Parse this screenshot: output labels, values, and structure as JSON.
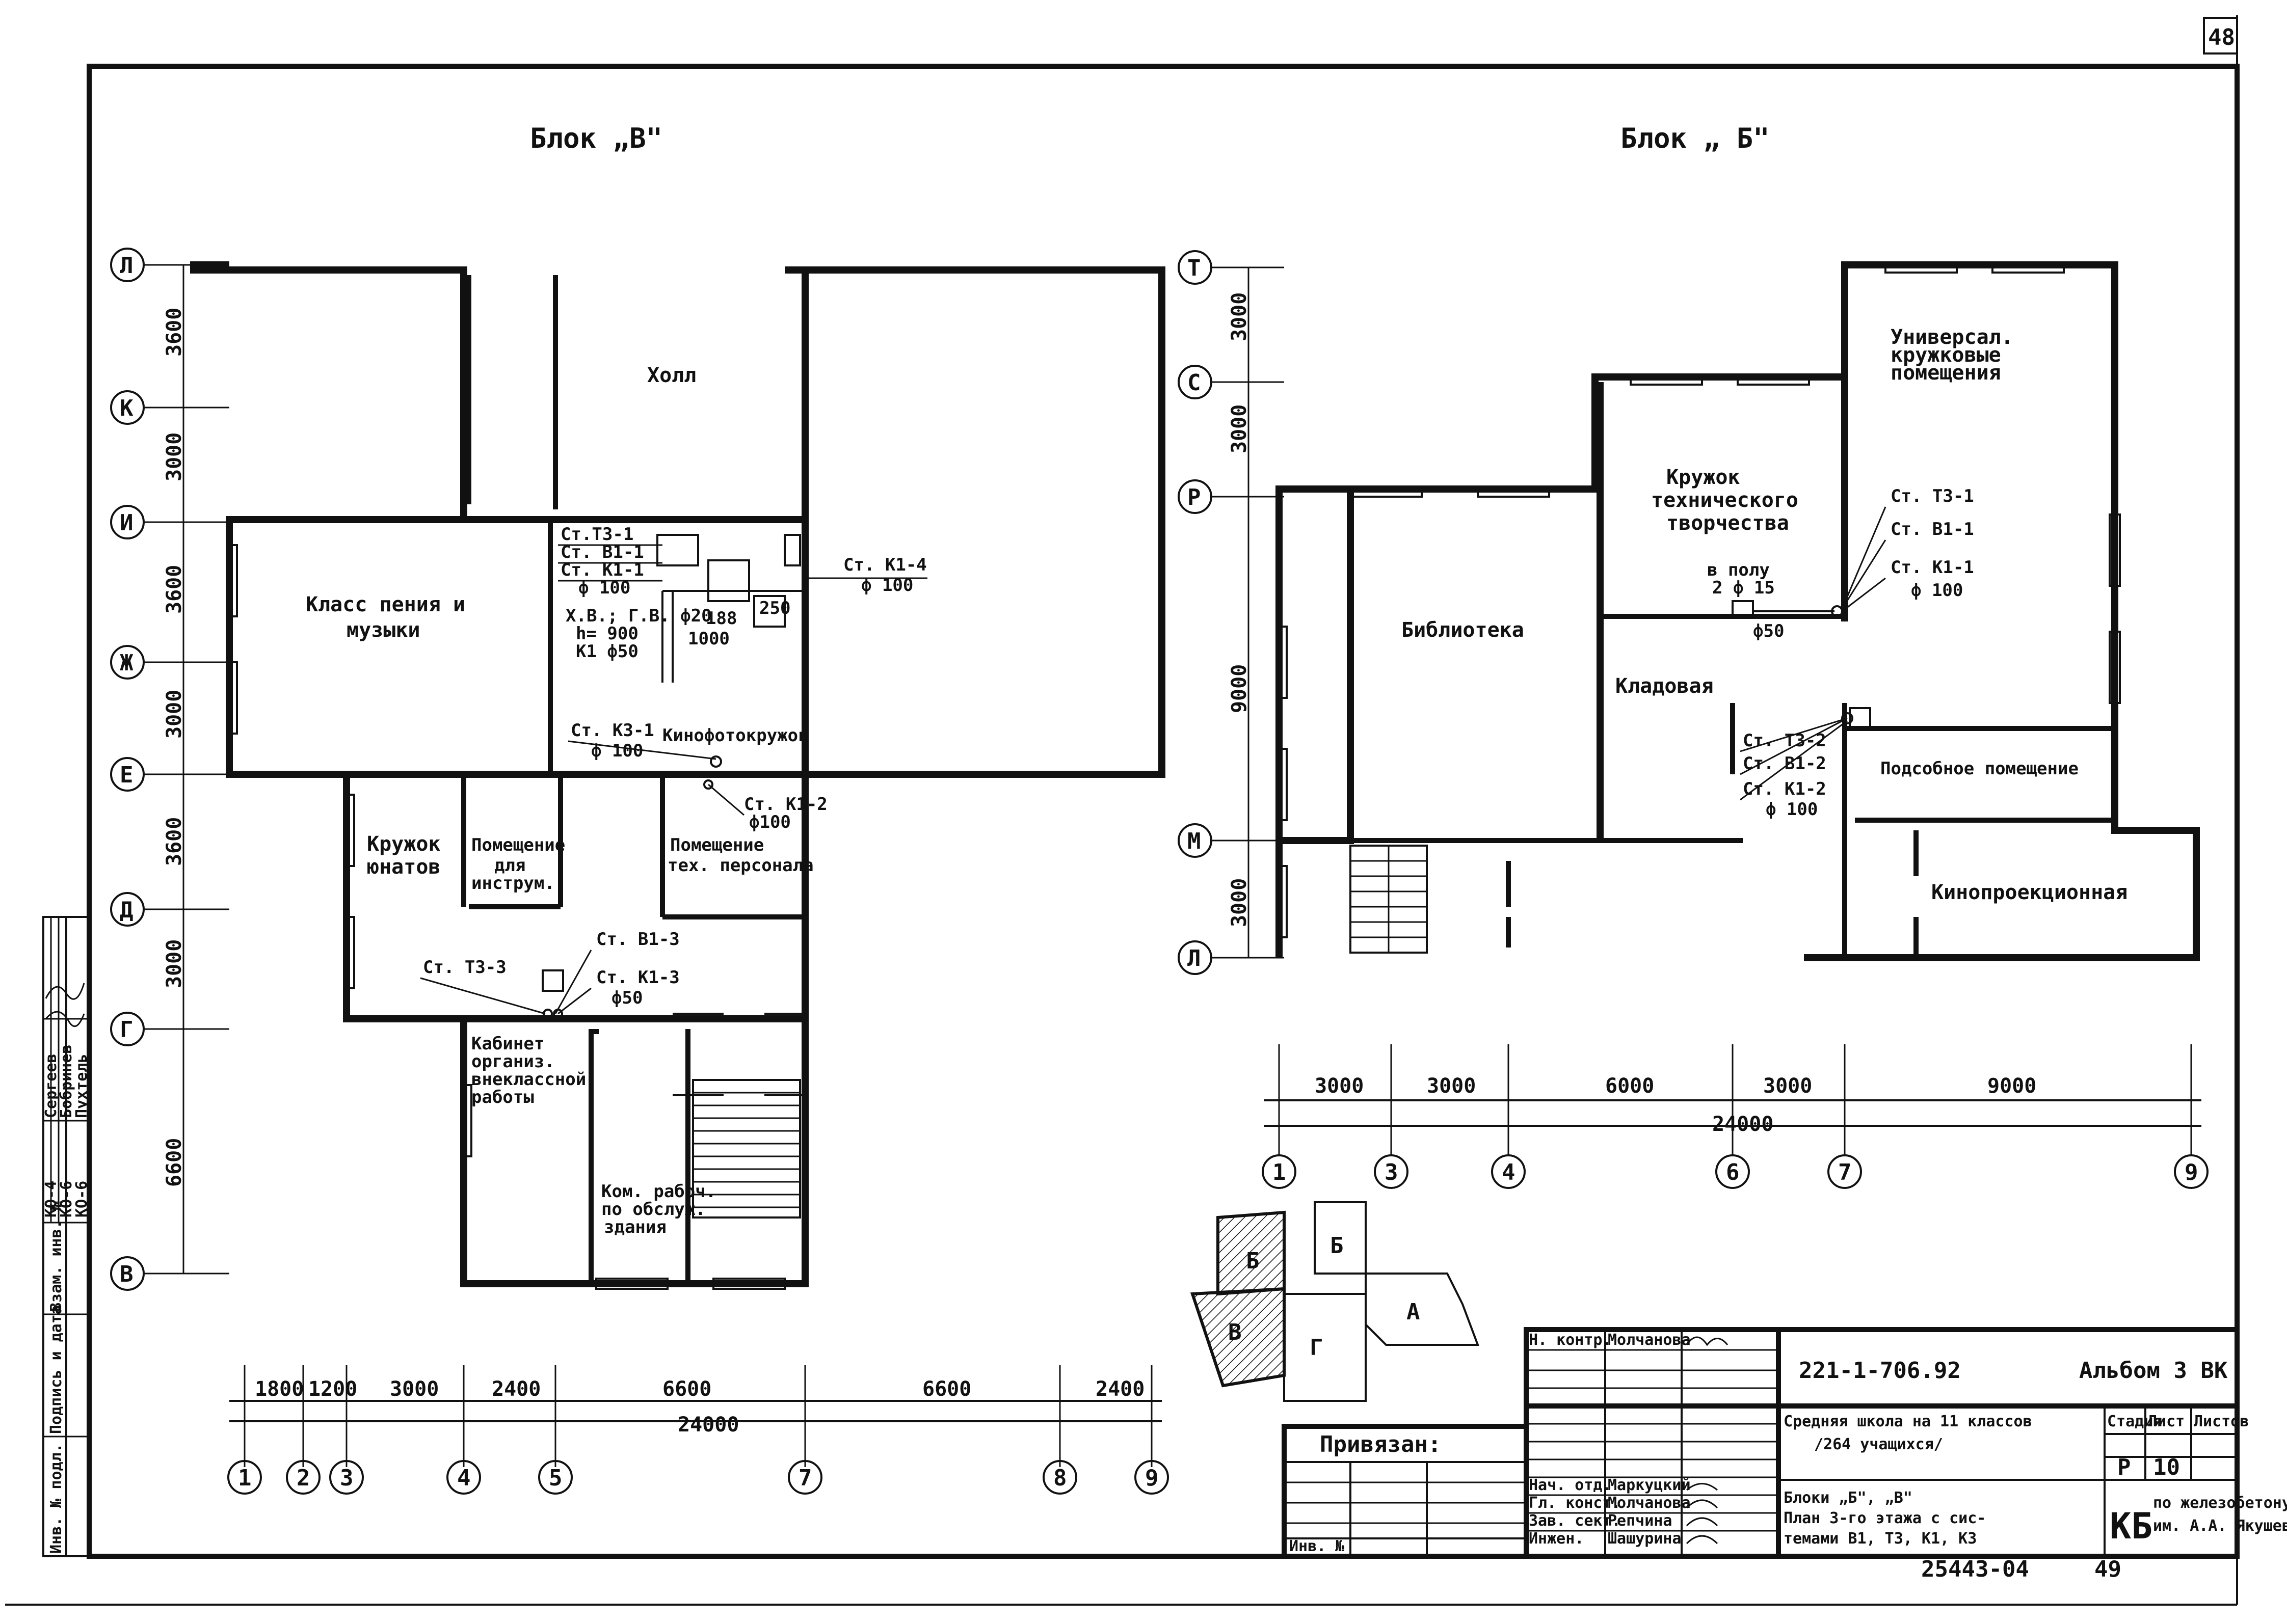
{
  "sheet": {
    "page_number": "48",
    "bottom_number": "49",
    "drawing_code": "25443-04"
  },
  "block_v": {
    "title": "Блок „В\"",
    "axes_rows": [
      "Л",
      "К",
      "И",
      "Ж",
      "Е",
      "Д",
      "Г",
      "В"
    ],
    "row_dims": [
      "3600",
      "3000",
      "3600",
      "3000",
      "3600",
      "3000",
      "6600"
    ],
    "axes_cols": [
      "1",
      "2",
      "3",
      "4",
      "5",
      "7",
      "8",
      "9"
    ],
    "col_dims": [
      "1800",
      "1200",
      "3000",
      "2400",
      "6600",
      "6600",
      "2400"
    ],
    "total": "24000",
    "rooms": {
      "hall": "Холл",
      "music": [
        "Класс пения и",
        "музыки"
      ],
      "kino_club": "Кинофотокружок",
      "young": [
        "Кружок",
        "юнатов"
      ],
      "instrum": [
        "Помещение",
        "для",
        "инструм."
      ],
      "staff": [
        "Помещение",
        "тех. персонала"
      ],
      "cabinet": [
        "Кабинет",
        "организ.",
        "внеклассной",
        "работы"
      ],
      "workers": [
        "Ком. рабоч.",
        "по обслуж.",
        "здания"
      ]
    },
    "risers": {
      "t3_1": "Ст.Т3-1",
      "b1_1": "Ст. В1-1",
      "k1_1": "Ст. К1-1",
      "k1_1_d": "ф 100",
      "xv": "Х.В.; Г.В. ф20",
      "h": "h= 900",
      "k1_50": "К1 ф50",
      "k1_4": "Ст. К1-4",
      "k1_4_d": "ф 100",
      "d250": "250",
      "d188": "188",
      "d1000": "1000",
      "k3_1": "Ст. К3-1",
      "k3_1_d": "ф 100",
      "k1_2": "Ст. К1-2",
      "k1_2_d": "ф100",
      "t3_3": "Ст. Т3-3",
      "b1_3": "Ст. В1-3",
      "k1_3": "Ст. К1-3",
      "k1_3_d": "ф50"
    }
  },
  "block_b": {
    "title": "Блок „ Б\"",
    "axes_rows": [
      "Т",
      "С",
      "Р",
      "М",
      "Л"
    ],
    "row_dims": [
      "3000",
      "3000",
      "9000",
      "3000"
    ],
    "axes_cols": [
      "1",
      "3",
      "4",
      "6",
      "7",
      "9"
    ],
    "col_dims": [
      "3000",
      "3000",
      "6000",
      "3000",
      "9000"
    ],
    "total": "24000",
    "rooms": {
      "library": "Библиотека",
      "tech": [
        "Кружок",
        "технического",
        "творчества"
      ],
      "universal": [
        "Универсал.",
        "кружковые",
        "помещения"
      ],
      "storage": "Кладовая",
      "aux": "Подсобное помещение",
      "projection": "Кинопроекционная"
    },
    "risers": {
      "t3_1": "Ст. Т3-1",
      "b1_1": "Ст. В1-1",
      "k1_1": "Ст. К1-1",
      "k1_1_d": "ф 100",
      "floor": "в полу",
      "floor_d": "2 ф 15",
      "d50": "ф50",
      "t3_2": "Ст. Т3-2",
      "b1_2": "Ст. В1-2",
      "k1_2": "Ст. К1-2",
      "k1_2_d": "ф 100"
    }
  },
  "key_plan": {
    "blocks": [
      "Б",
      "Б",
      "В",
      "Г",
      "А"
    ]
  },
  "title_block": {
    "project_code": "221-1-706.92",
    "album": "Альбом 3 ВК",
    "tied": "Привязан:",
    "inv_no": "Инв. №",
    "school_1": "Средняя школа на 11 классов",
    "school_2": "/264 учащихся/",
    "stage_h": "Стадия",
    "sheet_h": "Лист",
    "sheets_h": "Листов",
    "stage": "Р",
    "sheet": "10",
    "plan_1": "Блоки „Б\", „В\"",
    "plan_2": "План 3-го этажа с сис-",
    "plan_3": "темами В1, Т3, К1, К3",
    "org_logo": "КБ",
    "org_1": "по железобетону",
    "org_2": "им. А.А. Якушева",
    "roles": [
      "Н. контр.",
      "Нач. отд.",
      "Гл. конст.",
      "Зав. сект.",
      "Инжен."
    ],
    "names": [
      "Молчанова",
      "Маркуцкий",
      "Молчанова",
      "Репчина",
      "Шашурина"
    ]
  },
  "side_stamp": {
    "labels": [
      "Инв. № подл.",
      "Подпись и дата",
      "Взам. инв. №"
    ],
    "codes": [
      "КО-4",
      "КО-6",
      "КО-6"
    ],
    "names": [
      "Сергеев",
      "Бобринев",
      "Пухтель"
    ]
  }
}
